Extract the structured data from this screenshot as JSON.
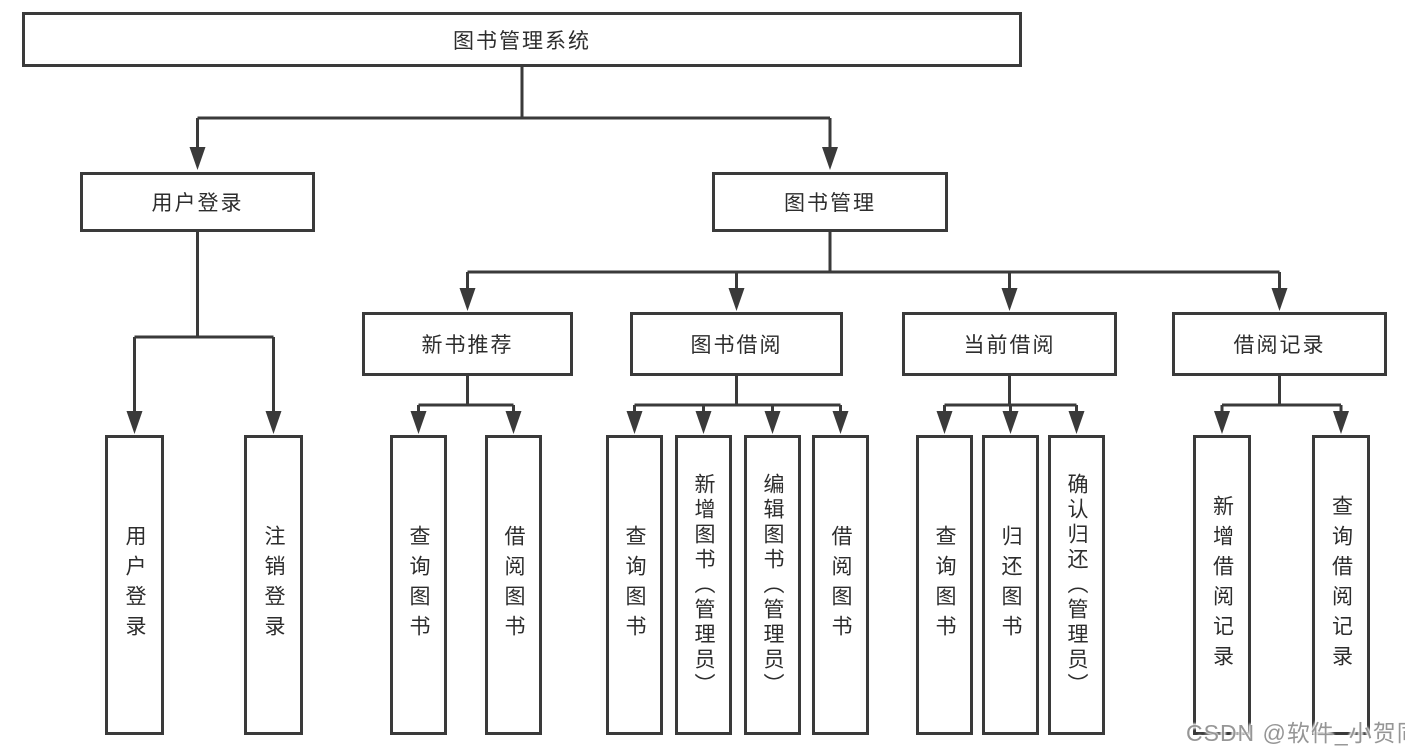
{
  "colors": {
    "line": "#3a3a3a",
    "box_border": "#3a3a3a",
    "text": "#2d2d2d",
    "watermark": "#969696",
    "background": "#ffffff"
  },
  "tree": {
    "root": "图书管理系统",
    "children": [
      {
        "label": "用户登录",
        "children": [
          "用户登录",
          "注销登录"
        ]
      },
      {
        "label": "图书管理",
        "children": [
          {
            "label": "新书推荐",
            "children": [
              "查询图书",
              "借阅图书"
            ]
          },
          {
            "label": "图书借阅",
            "children": [
              "查询图书",
              "新增图书（管理员）",
              "编辑图书（管理员）",
              "借阅图书"
            ]
          },
          {
            "label": "当前借阅",
            "children": [
              "查询图书",
              "归还图书",
              "确认归还（管理员）"
            ]
          },
          {
            "label": "借阅记录",
            "children": [
              "新增借阅记录",
              "查询借阅记录"
            ]
          }
        ]
      }
    ]
  },
  "watermark": "CSDN @软件_小贺同学"
}
